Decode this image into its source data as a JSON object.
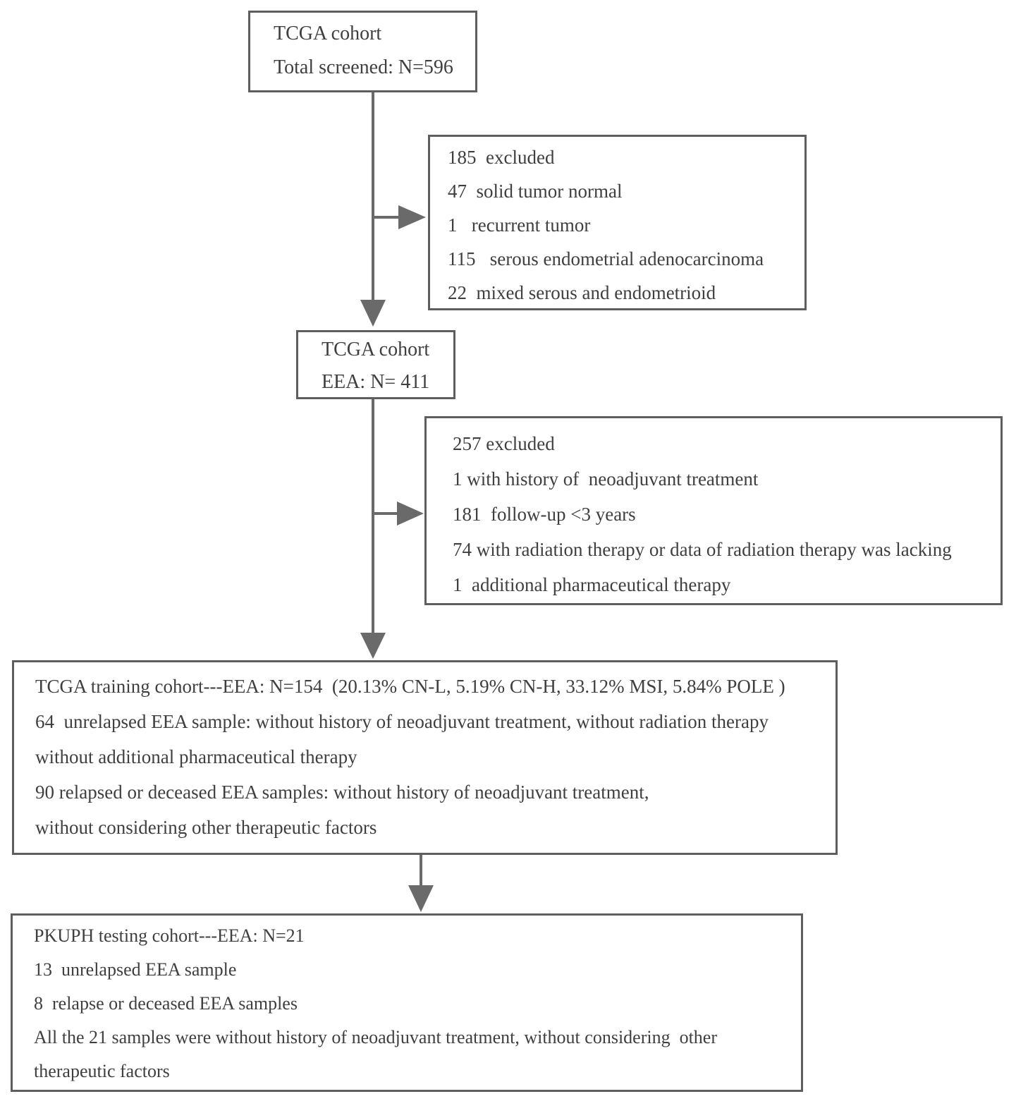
{
  "figure": {
    "kind": "patient-selection-flowchart",
    "colors": {
      "background": "#ffffff",
      "box_border": "#5e5e5e",
      "text": "#3f3f3f",
      "arrow": "#6a6a6a"
    }
  },
  "boxes": {
    "tcga_screened": {
      "lines": [
        "TCGA cohort",
        "Total screened: N=596"
      ]
    },
    "excluded_1": {
      "lines": [
        "185  excluded",
        "47  solid tumor normal",
        "1   recurrent tumor",
        "115   serous endometrial adenocarcinoma",
        "22  mixed serous and endometrioid"
      ]
    },
    "tcga_eea": {
      "lines": [
        "TCGA cohort",
        "EEA: N= 411"
      ]
    },
    "excluded_2": {
      "lines": [
        "257 excluded",
        "1 with history of  neoadjuvant treatment",
        "181  follow-up <3 years",
        "74 with radiation therapy or data of radiation therapy was lacking",
        "1  additional pharmaceutical therapy"
      ]
    },
    "training": {
      "lines": [
        "TCGA training cohort---EEA: N=154  (20.13% CN-L, 5.19% CN-H, 33.12% MSI, 5.84% POLE )",
        "64  unrelapsed EEA sample: without history of neoadjuvant treatment, without radiation therapy",
        "without additional pharmaceutical therapy",
        "90 relapsed or deceased EEA samples: without history of neoadjuvant treatment,",
        "without considering other therapeutic factors"
      ]
    },
    "testing": {
      "lines": [
        "PKUPH testing cohort---EEA: N=21",
        "13  unrelapsed EEA sample",
        "8  relapse or deceased EEA samples",
        "All the 21 samples were without history of neoadjuvant treatment, without considering  other",
        "therapeutic factors"
      ]
    }
  }
}
